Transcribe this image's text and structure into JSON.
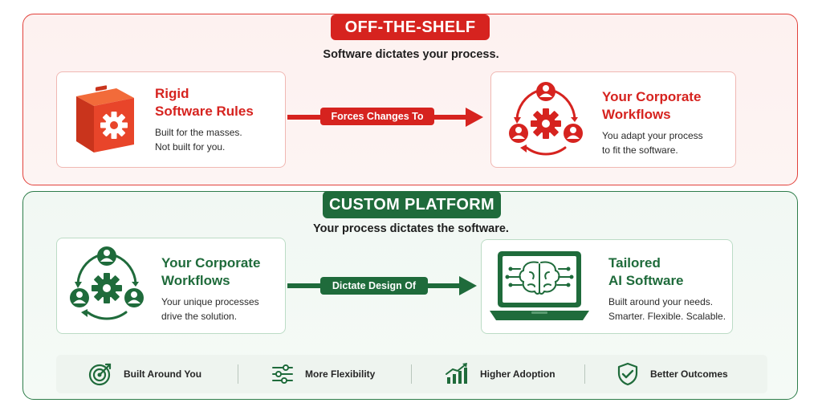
{
  "off_the_shelf": {
    "title": "OFF-THE-SHELF",
    "subtitle": "Software dictates your process.",
    "left_card": {
      "title_line1": "Rigid",
      "title_line2": "Software Rules",
      "desc_line1": "Built for the masses.",
      "desc_line2": "Not built for you.",
      "icon": "box-gear-icon"
    },
    "arrow_label": "Forces Changes To",
    "right_card": {
      "title_line1": "Your Corporate",
      "title_line2": "Workflows",
      "desc_line1": "You adapt your process",
      "desc_line2": "to fit the software.",
      "icon": "people-cycle-gear-icon"
    }
  },
  "custom_platform": {
    "title": "CUSTOM PLATFORM",
    "subtitle": "Your process dictates the software.",
    "left_card": {
      "title_line1": "Your Corporate",
      "title_line2": "Workflows",
      "desc_line1": "Your unique processes",
      "desc_line2": "drive the solution.",
      "icon": "people-cycle-gear-icon"
    },
    "arrow_label": "Dictate Design Of",
    "right_card": {
      "title_line1": "Tailored",
      "title_line2": "AI Software",
      "desc_line1": "Built around your needs.",
      "desc_line2": "Smarter. Flexible. Scalable.",
      "icon": "laptop-brain-icon"
    }
  },
  "benefits": [
    {
      "label": "Built Around You",
      "icon": "target-icon"
    },
    {
      "label": "More Flexibility",
      "icon": "sliders-icon"
    },
    {
      "label": "Higher Adoption",
      "icon": "growth-chart-icon"
    },
    {
      "label": "Better Outcomes",
      "icon": "shield-check-icon"
    }
  ],
  "colors": {
    "red": "#d6231f",
    "green": "#1f6b3b"
  }
}
